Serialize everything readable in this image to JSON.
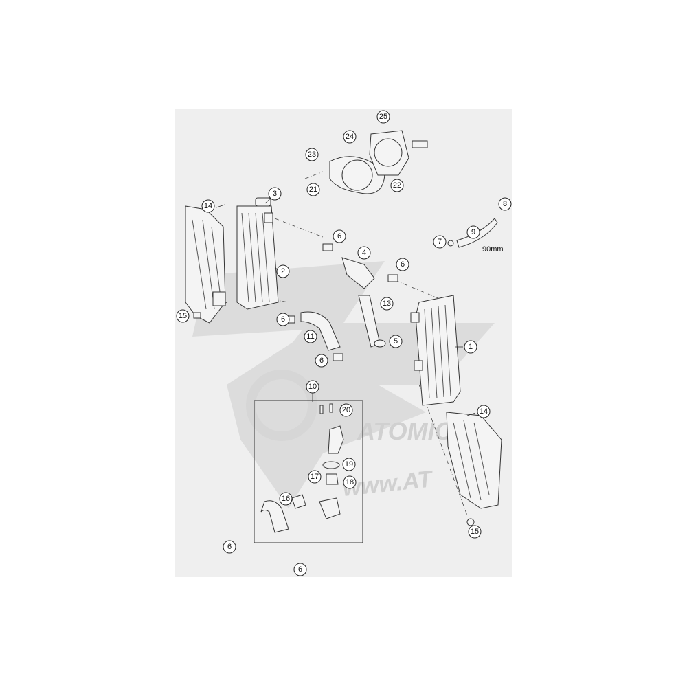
{
  "diagram": {
    "measurement_note": "90mm",
    "watermark_text": "www.AT",
    "watermark_logo": "ATOMIC",
    "callouts": [
      {
        "id": "c1",
        "label": "1"
      },
      {
        "id": "c2",
        "label": "2"
      },
      {
        "id": "c3",
        "label": "3"
      },
      {
        "id": "c4",
        "label": "4"
      },
      {
        "id": "c5",
        "label": "5"
      },
      {
        "id": "c6a",
        "label": "6"
      },
      {
        "id": "c6b",
        "label": "6"
      },
      {
        "id": "c6c",
        "label": "6"
      },
      {
        "id": "c6d",
        "label": "6"
      },
      {
        "id": "c6e",
        "label": "6"
      },
      {
        "id": "c6f",
        "label": "6"
      },
      {
        "id": "c7",
        "label": "7"
      },
      {
        "id": "c8",
        "label": "8"
      },
      {
        "id": "c9",
        "label": "9"
      },
      {
        "id": "c10",
        "label": "10"
      },
      {
        "id": "c11",
        "label": "11"
      },
      {
        "id": "c13",
        "label": "13"
      },
      {
        "id": "c14a",
        "label": "14"
      },
      {
        "id": "c14b",
        "label": "14"
      },
      {
        "id": "c15a",
        "label": "15"
      },
      {
        "id": "c15b",
        "label": "15"
      },
      {
        "id": "c16",
        "label": "16"
      },
      {
        "id": "c17",
        "label": "17"
      },
      {
        "id": "c18",
        "label": "18"
      },
      {
        "id": "c19",
        "label": "19"
      },
      {
        "id": "c20",
        "label": "20"
      },
      {
        "id": "c21",
        "label": "21"
      },
      {
        "id": "c22",
        "label": "22"
      },
      {
        "id": "c23",
        "label": "23"
      },
      {
        "id": "c24",
        "label": "24"
      },
      {
        "id": "c25",
        "label": "25"
      }
    ]
  }
}
